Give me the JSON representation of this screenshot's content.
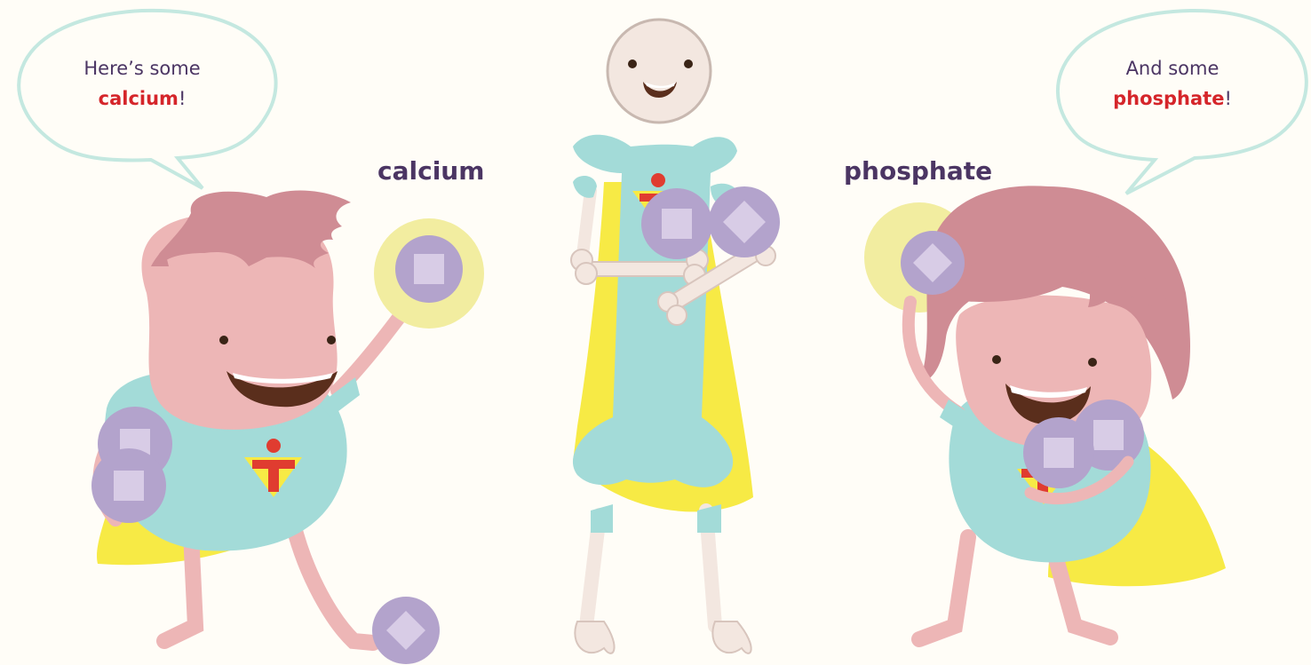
{
  "speech": {
    "left": {
      "line1": "Here’s some",
      "highlight": "calcium",
      "end": "!"
    },
    "right": {
      "line1": "And some",
      "highlight": "phosphate",
      "end": "!"
    }
  },
  "labels": {
    "calcium": "calcium",
    "phosphate": "phosphate"
  },
  "colors": {
    "background": "#fffdf7",
    "text": "#4b3563",
    "highlight": "#d5252a",
    "mineral": "#b3a3cc",
    "body_shirt": "#a3dbd8",
    "cape": "#f7ea45",
    "skin": "#edb6b6",
    "hair": "#cf8c94",
    "bone": "#f3e7e0"
  },
  "icons": [
    "calcium-mineral-square",
    "phosphate-mineral-diamond",
    "superhero-emblem"
  ]
}
